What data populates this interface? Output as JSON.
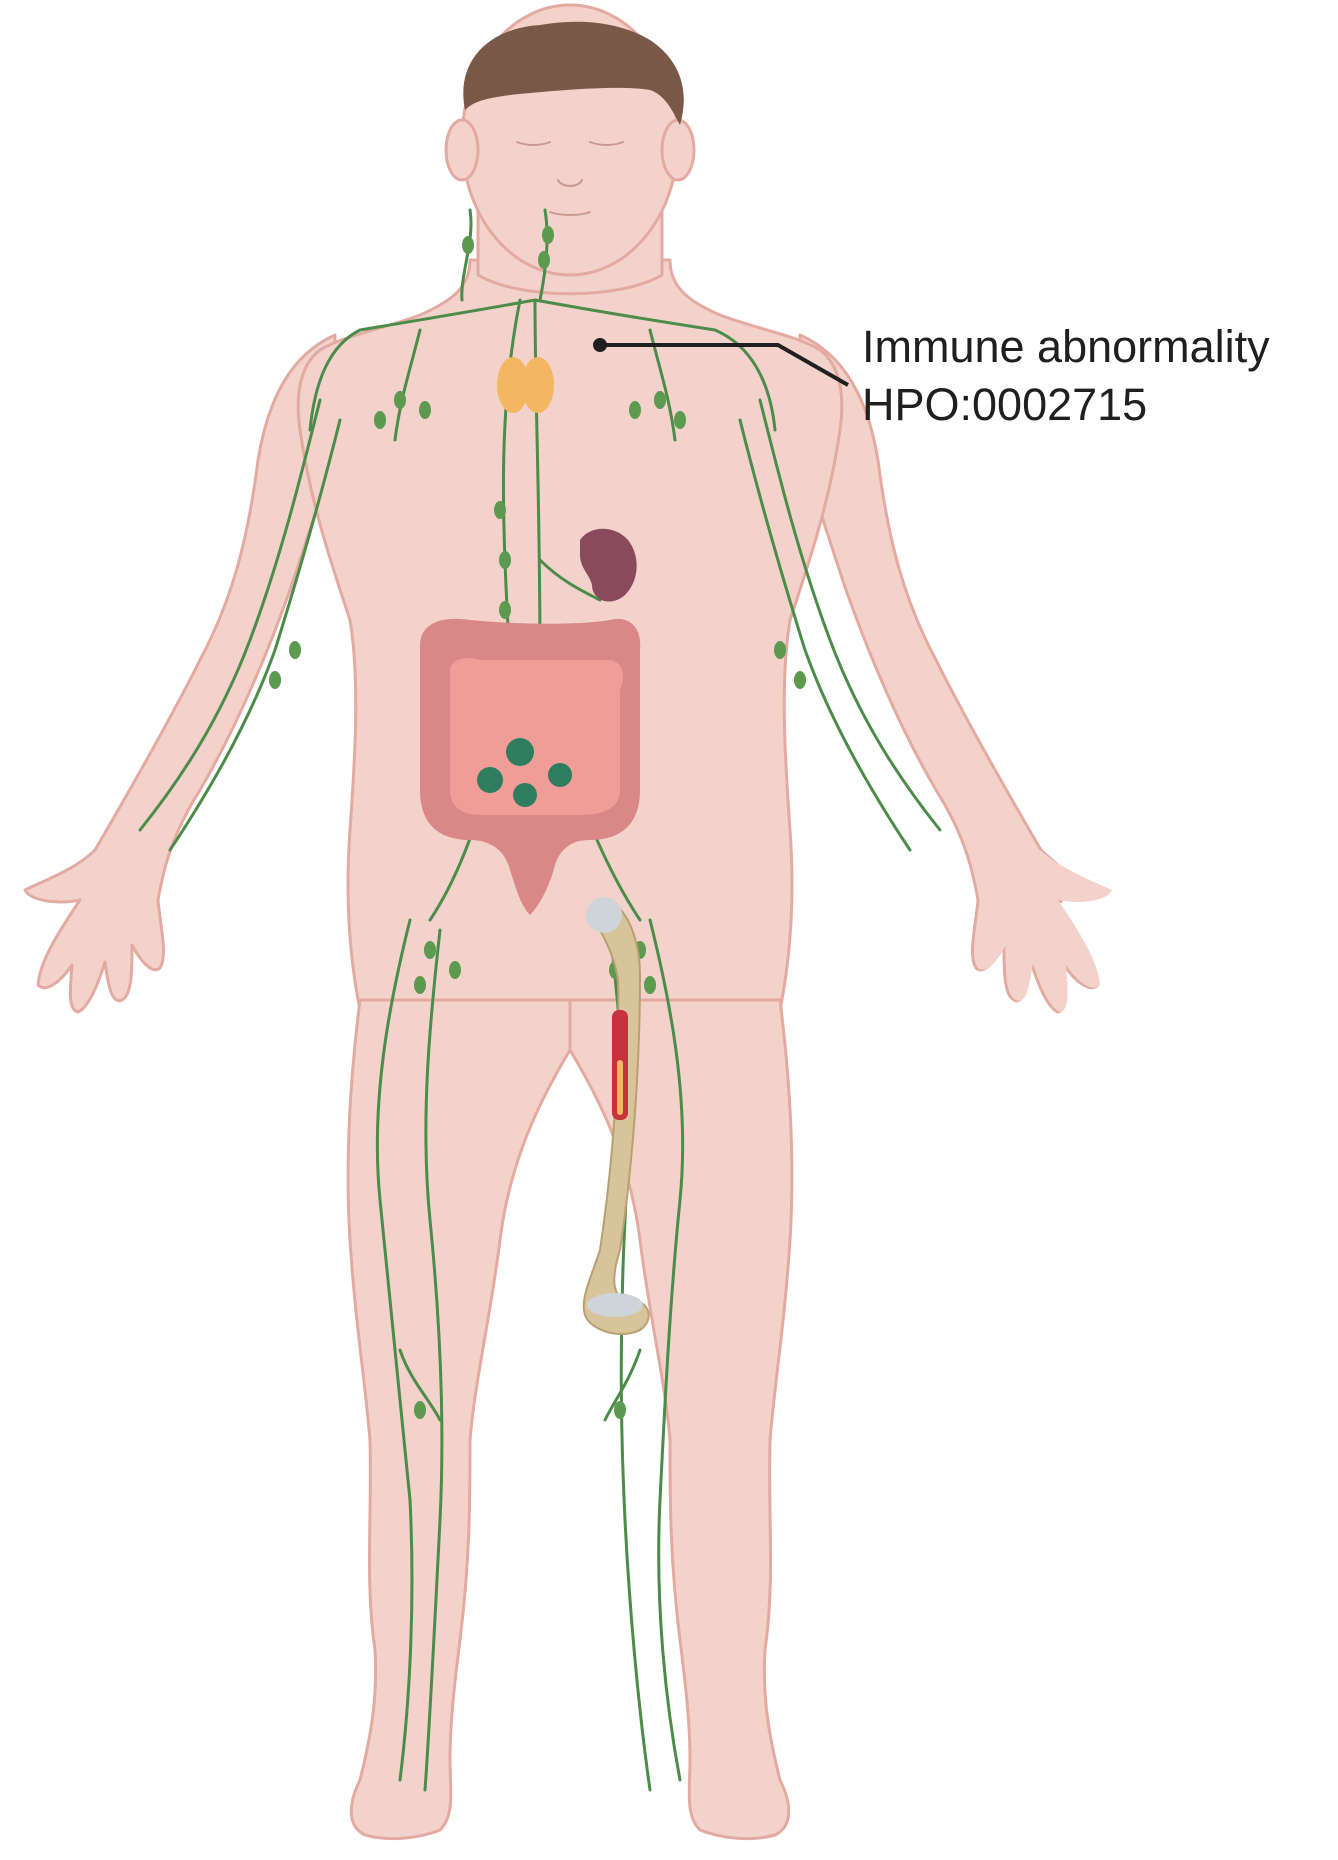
{
  "annotation": {
    "title": "Immune abnormality",
    "code": "HPO:0002715"
  },
  "colors": {
    "skin": "#f4d2cc",
    "skin_outline": "#e3aaa1",
    "hair": "#7a5848",
    "lymph": "#4c8c4a",
    "lymph_node": "#5b9a4f",
    "thyroid": "#f2b760",
    "spleen": "#8a4a5e",
    "large_intestine": "#d98787",
    "small_intestine": "#ef9d96",
    "peyers_patch": "#2f7d60",
    "bone": "#d8c49a",
    "cartilage": "#cfd4d8",
    "marrow": "#c8323c",
    "leader_line": "#1f1f1f"
  },
  "icons": [
    "human-body-figure",
    "lymphatic-system",
    "thymus-icon",
    "spleen-icon",
    "intestine-icon",
    "femur-bone-icon"
  ]
}
